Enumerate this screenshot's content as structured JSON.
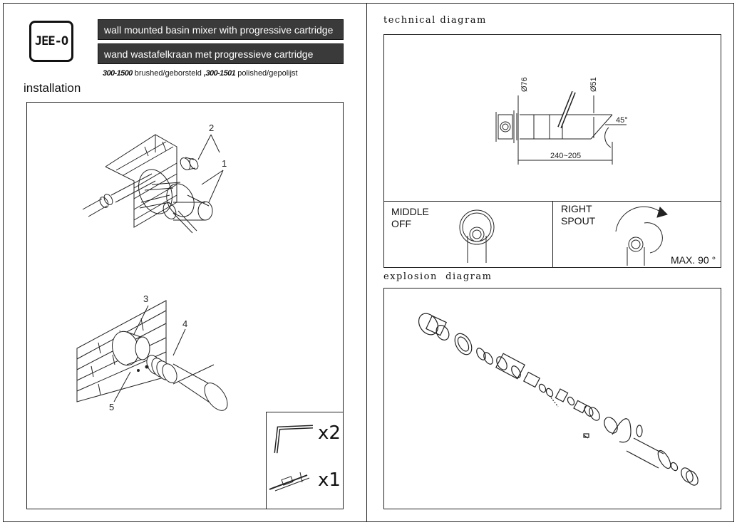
{
  "logo": {
    "text": "JEE-O"
  },
  "titles": {
    "en": "wall mounted basin mixer with progressive cartridge",
    "nl": "wand wastafelkraan met progressieve cartridge"
  },
  "product_codes": {
    "code1": "300-1500",
    "finish1": " brushed/geborsteld ",
    "code2": ",300-1501",
    "finish2": " polished/gepolijst"
  },
  "installation": {
    "heading": "installation",
    "callouts": [
      "1",
      "2",
      "3",
      "4",
      "5"
    ],
    "included_parts": [
      {
        "qty": "x2",
        "icon": "hex-key-icon"
      },
      {
        "qty": "x1",
        "icon": "screwdriver-icon"
      }
    ]
  },
  "technical": {
    "heading": "technical diagram",
    "dimensions": {
      "d76": "Ø76",
      "d51": "Ø51",
      "angle": "45°",
      "length": "240~205"
    },
    "positions": [
      {
        "label_line1": "MIDDLE",
        "label_line2": "OFF"
      },
      {
        "label_line1": "RIGHT",
        "label_line2": "SPOUT"
      }
    ],
    "max_rotation": "MAX. 90  °"
  },
  "explosion": {
    "heading": "explosion  diagram"
  }
}
